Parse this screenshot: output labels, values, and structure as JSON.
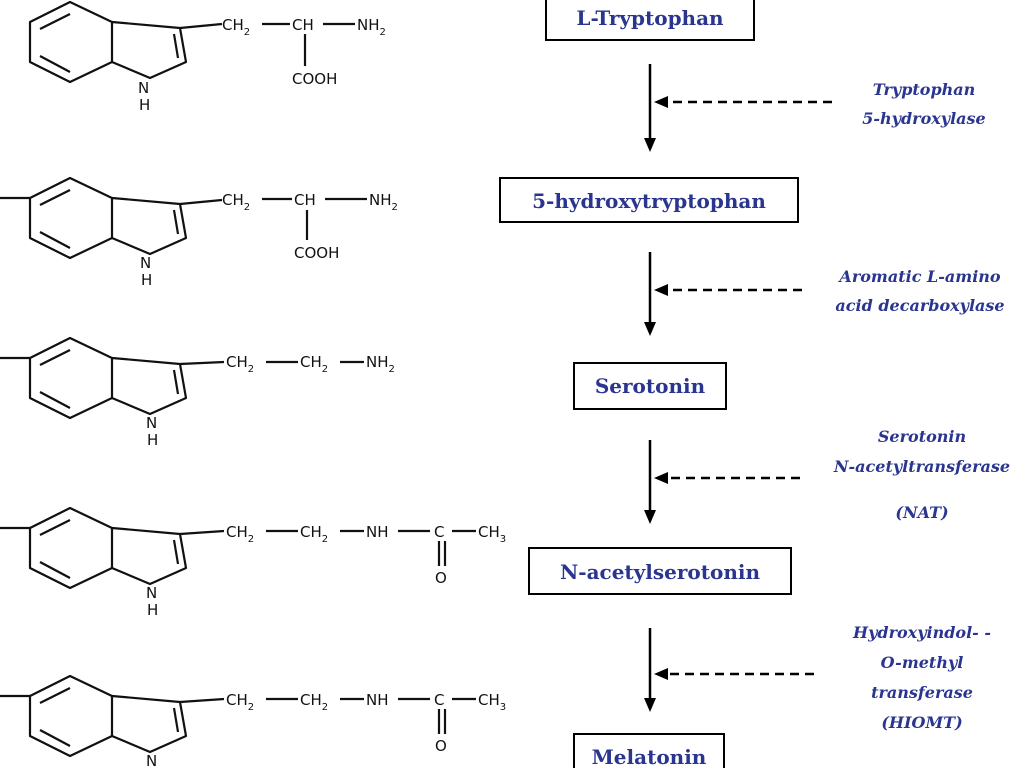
{
  "compounds": [
    {
      "name": "L-Tryptophan"
    },
    {
      "name": "5-hydroxytryptophan"
    },
    {
      "name": "Serotonin"
    },
    {
      "name": "N-acetylserotonin"
    },
    {
      "name": "Melatonin"
    }
  ],
  "enzymes": [
    {
      "lines": [
        "Tryptophan",
        "5-hydroxylase"
      ]
    },
    {
      "lines": [
        "Aromatic L-amino",
        "acid decarboxylase"
      ]
    },
    {
      "lines": [
        "Serotonin",
        "N-acetyltransferase",
        "",
        "(NAT)"
      ]
    },
    {
      "lines": [
        "Hydroxyindol- -",
        "O-methyl",
        "transferase",
        "(HIOMT)"
      ]
    }
  ],
  "labels": {
    "ch": "CH",
    "ch2": "CH",
    "sub2": "2",
    "sub3": "3",
    "nh": "NH",
    "nh2": "NH",
    "c": "C",
    "ch3": "CH",
    "cooh": "COOH",
    "o": "O",
    "n": "N",
    "h": "H"
  },
  "colors": {
    "accent": "#2a3590"
  }
}
